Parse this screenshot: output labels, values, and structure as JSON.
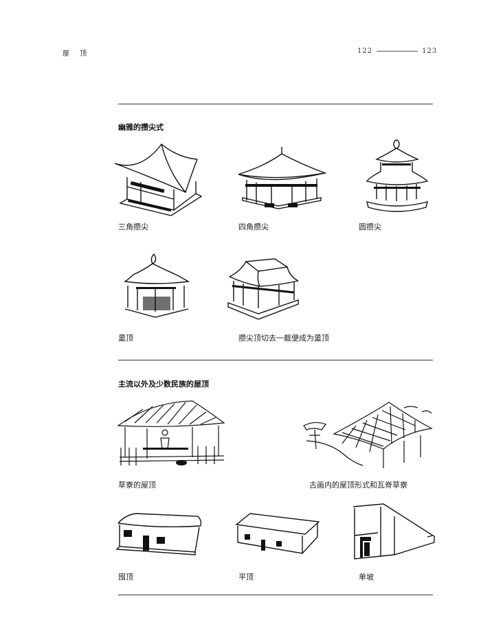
{
  "header": {
    "running_title": "屋 顶",
    "page_left": "122",
    "page_right": "123"
  },
  "section1": {
    "title": "幽雅的攒尖式",
    "captions": [
      "三角攒尖",
      "四角攒尖",
      "圆攒尖",
      "盝顶",
      "攒尖顶切去一截便成为盝顶"
    ]
  },
  "section2": {
    "title": "主流以外及少数民族的屋顶",
    "captions": [
      "草寮的屋顶",
      "古画内的屋顶形式和瓦脊草寮",
      "囤顶",
      "平顶",
      "单坡"
    ]
  },
  "icons": [
    "triangular-pavilion-icon",
    "square-pavilion-icon",
    "round-pavilion-icon",
    "lu-roof-pavilion-icon",
    "truncated-pavilion-icon",
    "thatched-hut-icon",
    "ancient-painting-roof-icon",
    "vaulted-roof-house-icon",
    "flat-roof-house-icon",
    "single-slope-house-icon"
  ]
}
